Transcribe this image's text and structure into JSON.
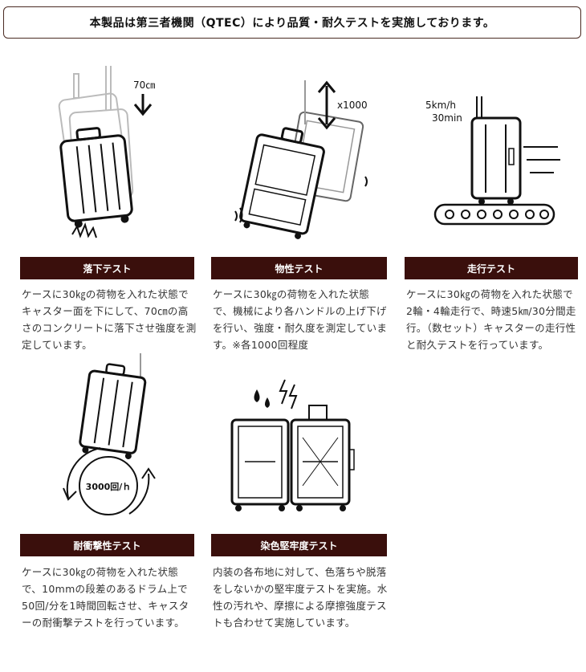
{
  "banner": "本製品は第三者機関（QTEC）により品質・耐久テストを実施しております。",
  "tests": [
    {
      "label": "落下テスト",
      "description": "ケースに30㎏の荷物を入れた状態でキャスター面を下にして、70㎝の高さのコンクリートに落下させ強度を測定しています。",
      "annotation": "70㎝",
      "icon": "suitcase-drop-icon"
    },
    {
      "label": "物性テスト",
      "description": "ケースに30㎏の荷物を入れた状態で、機械により各ハンドルの上げ下げを行い、強度・耐久度を測定しています。※各1000回程度",
      "annotation": "x1000",
      "icon": "suitcase-handle-icon"
    },
    {
      "label": "走行テスト",
      "description": "ケースに30㎏の荷物を入れた状態で2輪・4輪走行で、時速5㎞/30分間走行。（数セット）キャスターの走行性と耐久テストを行っています。",
      "annotation": "5km/h",
      "annotation2": "30min",
      "icon": "suitcase-treadmill-icon"
    },
    {
      "label": "耐衝撃性テスト",
      "description": "ケースに30㎏の荷物を入れた状態で、10mmの段差のあるドラム上で50回/分を1時間回転させ、キャスターの耐衝撃テストを行っています。",
      "annotation": "3000回/ｈ",
      "icon": "suitcase-drum-icon"
    },
    {
      "label": "染色堅牢度テスト",
      "description": "内装の各布地に対して、色落ちや脱落をしないかの堅牢度テストを実施。水性の汚れや、摩擦による摩擦強度テストも合わせて実施しています。",
      "icon": "open-suitcase-icon"
    }
  ]
}
